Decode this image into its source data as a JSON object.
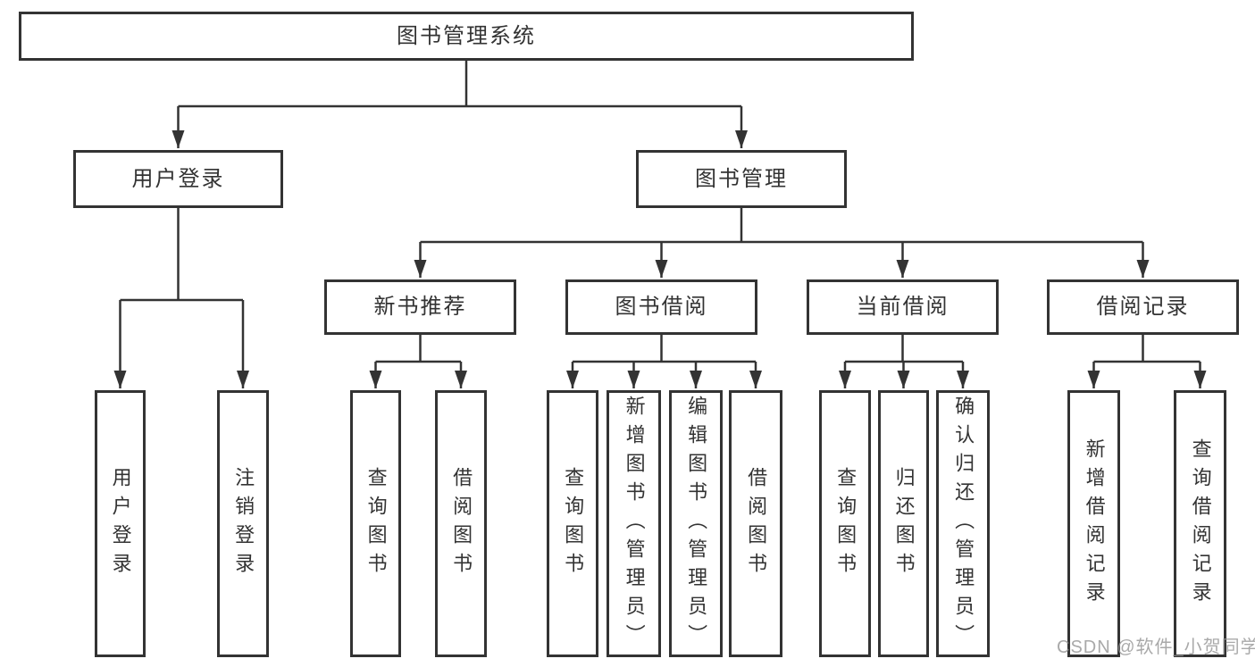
{
  "colors": {
    "line": "#333333",
    "box_border": "#333333",
    "box_background": "#ffffff",
    "text": "#333333",
    "watermark": "#949494",
    "page_background": "#ffffff"
  },
  "watermark": {
    "text": "CSDN @软件_小贺同学"
  },
  "tree": {
    "root": {
      "label": "图书管理系统"
    },
    "branches": [
      {
        "label": "用户登录",
        "children": [
          {
            "label": "用户登录"
          },
          {
            "label": "注销登录"
          }
        ]
      },
      {
        "label": "图书管理",
        "groups": [
          {
            "label": "新书推荐",
            "children": [
              {
                "label": "查询图书"
              },
              {
                "label": "借阅图书"
              }
            ]
          },
          {
            "label": "图书借阅",
            "children": [
              {
                "label": "查询图书"
              },
              {
                "label": "新增图书（管理员）"
              },
              {
                "label": "编辑图书（管理员）"
              },
              {
                "label": "借阅图书"
              }
            ]
          },
          {
            "label": "当前借阅",
            "children": [
              {
                "label": "查询图书"
              },
              {
                "label": "归还图书"
              },
              {
                "label": "确认归还（管理员）"
              }
            ]
          },
          {
            "label": "借阅记录",
            "children": [
              {
                "label": "新增借阅记录"
              },
              {
                "label": "查询借阅记录"
              }
            ]
          }
        ]
      }
    ]
  }
}
